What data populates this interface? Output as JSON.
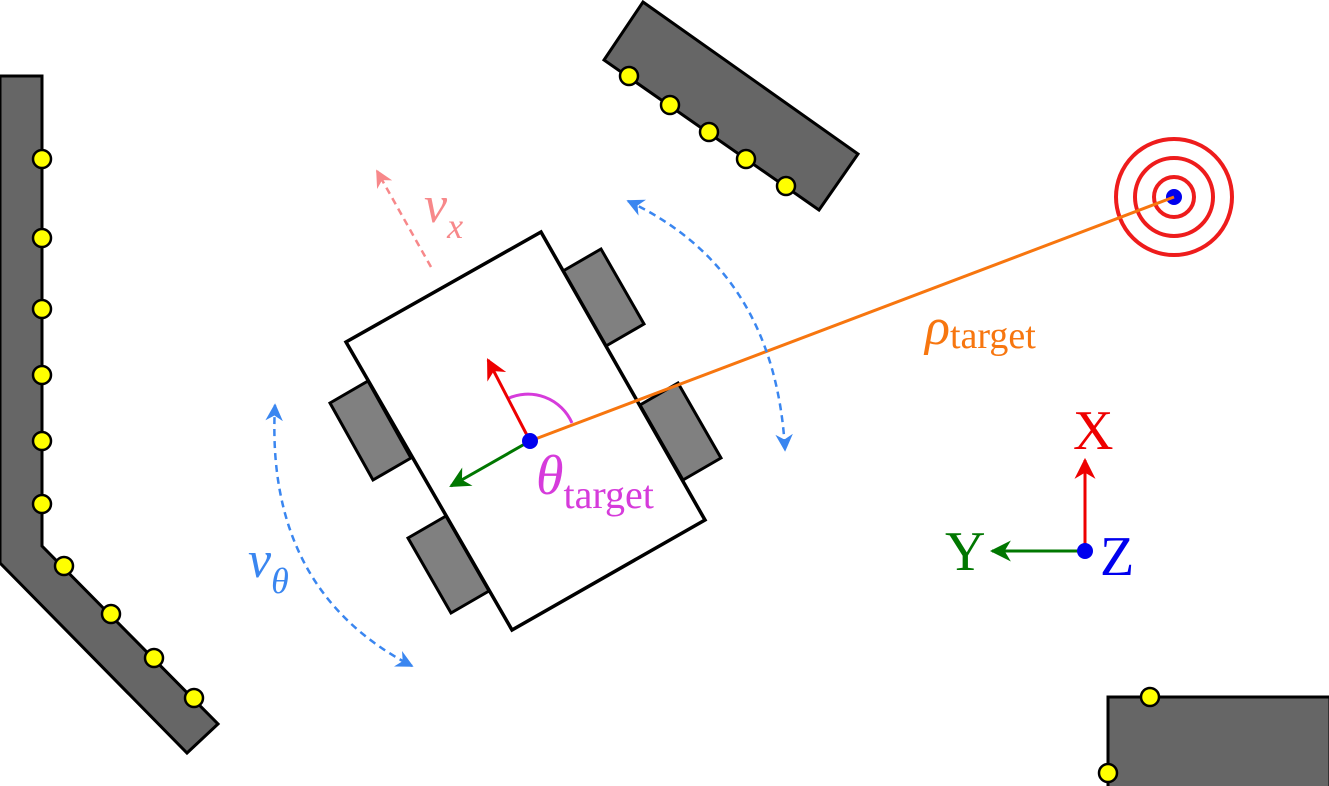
{
  "labels": {
    "vx_main": "v",
    "vx_sub": "x",
    "vtheta_main": "v",
    "vtheta_sub": "θ",
    "rho_main": "ρ",
    "rho_sub": "target",
    "theta_main": "θ",
    "theta_sub": "target",
    "axis_x": "X",
    "axis_y": "Y",
    "axis_z": "Z"
  },
  "colors": {
    "obstacle_fill": "#666666",
    "wheel_fill": "#808080",
    "sensor_fill": "#ffff00",
    "target_rings": "#ee1c1c",
    "center_dot": "#0000ee",
    "rho_line": "#f7760f",
    "vx_arrow": "#f7888a",
    "vtheta_arrow": "#3a86f0",
    "theta_arc": "#d63bdb",
    "x_axis": "#ee0000",
    "y_axis": "#007700",
    "z_label": "#0000ee"
  }
}
